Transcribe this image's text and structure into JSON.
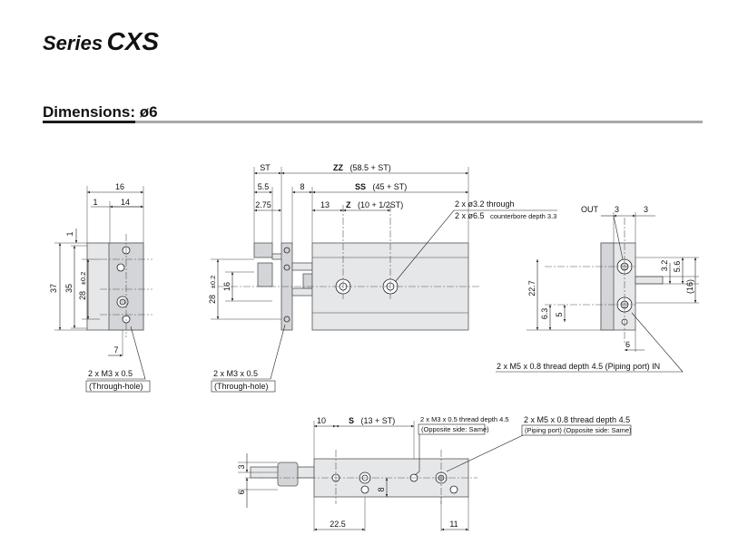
{
  "header": {
    "series_prefix": "Series",
    "series_name": "CXS"
  },
  "section": {
    "title": "Dimensions: ø6"
  },
  "left_view": {
    "dim_16": "16",
    "dim_1": "1",
    "dim_14": "14",
    "dim_1v": "1",
    "dim_37": "37",
    "dim_35": "35",
    "dim_28": "28",
    "tol": "±0.2",
    "dim_7": "7",
    "note_line1": "2 x M3 x 0.5",
    "note_line2": "(Through-hole)"
  },
  "center_view": {
    "st": "ST",
    "zz_bold": "ZZ",
    "zz_rest": "(58.5 + ST)",
    "dim_5_5": "5.5",
    "dim_8": "8",
    "ss_bold": "SS",
    "ss_rest": "(45 + ST)",
    "dim_2_75": "2.75",
    "dim_13": "13",
    "z_bold": "Z",
    "z_rest": "(10 + 1/2ST)",
    "note_thru1": "2 x ø3.2 through",
    "note_thru2_a": "2 x ø6.5",
    "note_thru2_b": "counterbore depth 3.3",
    "dim_28": "28",
    "tol": "±0.2",
    "dim_16": "16",
    "note_line1": "2 x M3 x 0.5",
    "note_line2": "(Through-hole)"
  },
  "right_view": {
    "out": "OUT",
    "dim_3a": "3",
    "dim_3b": "3",
    "dim_3_2": "3.2",
    "dim_5_6": "5.6",
    "dim_16p": "(16)",
    "dim_22_7": "22.7",
    "dim_6_3": "6.3",
    "dim_5": "5",
    "dim_6": "6",
    "note": "2 x M5 x 0.8 thread depth 4.5 (Piping port) IN"
  },
  "bottom_view": {
    "dim_10": "10",
    "s_bold": "S",
    "s_rest": "(13 + ST)",
    "note_a1": "2 x M3 x 0.5 thread depth 4.5",
    "note_a2": "(Opposite side: Same)",
    "note_b1": "2 x M5 x 0.8 thread depth 4.5",
    "note_b2": "(Piping port) (Opposite side: Same)",
    "dim_3": "3",
    "dim_6": "6",
    "dim_8": "8",
    "dim_22_5": "22.5",
    "dim_11": "11"
  }
}
